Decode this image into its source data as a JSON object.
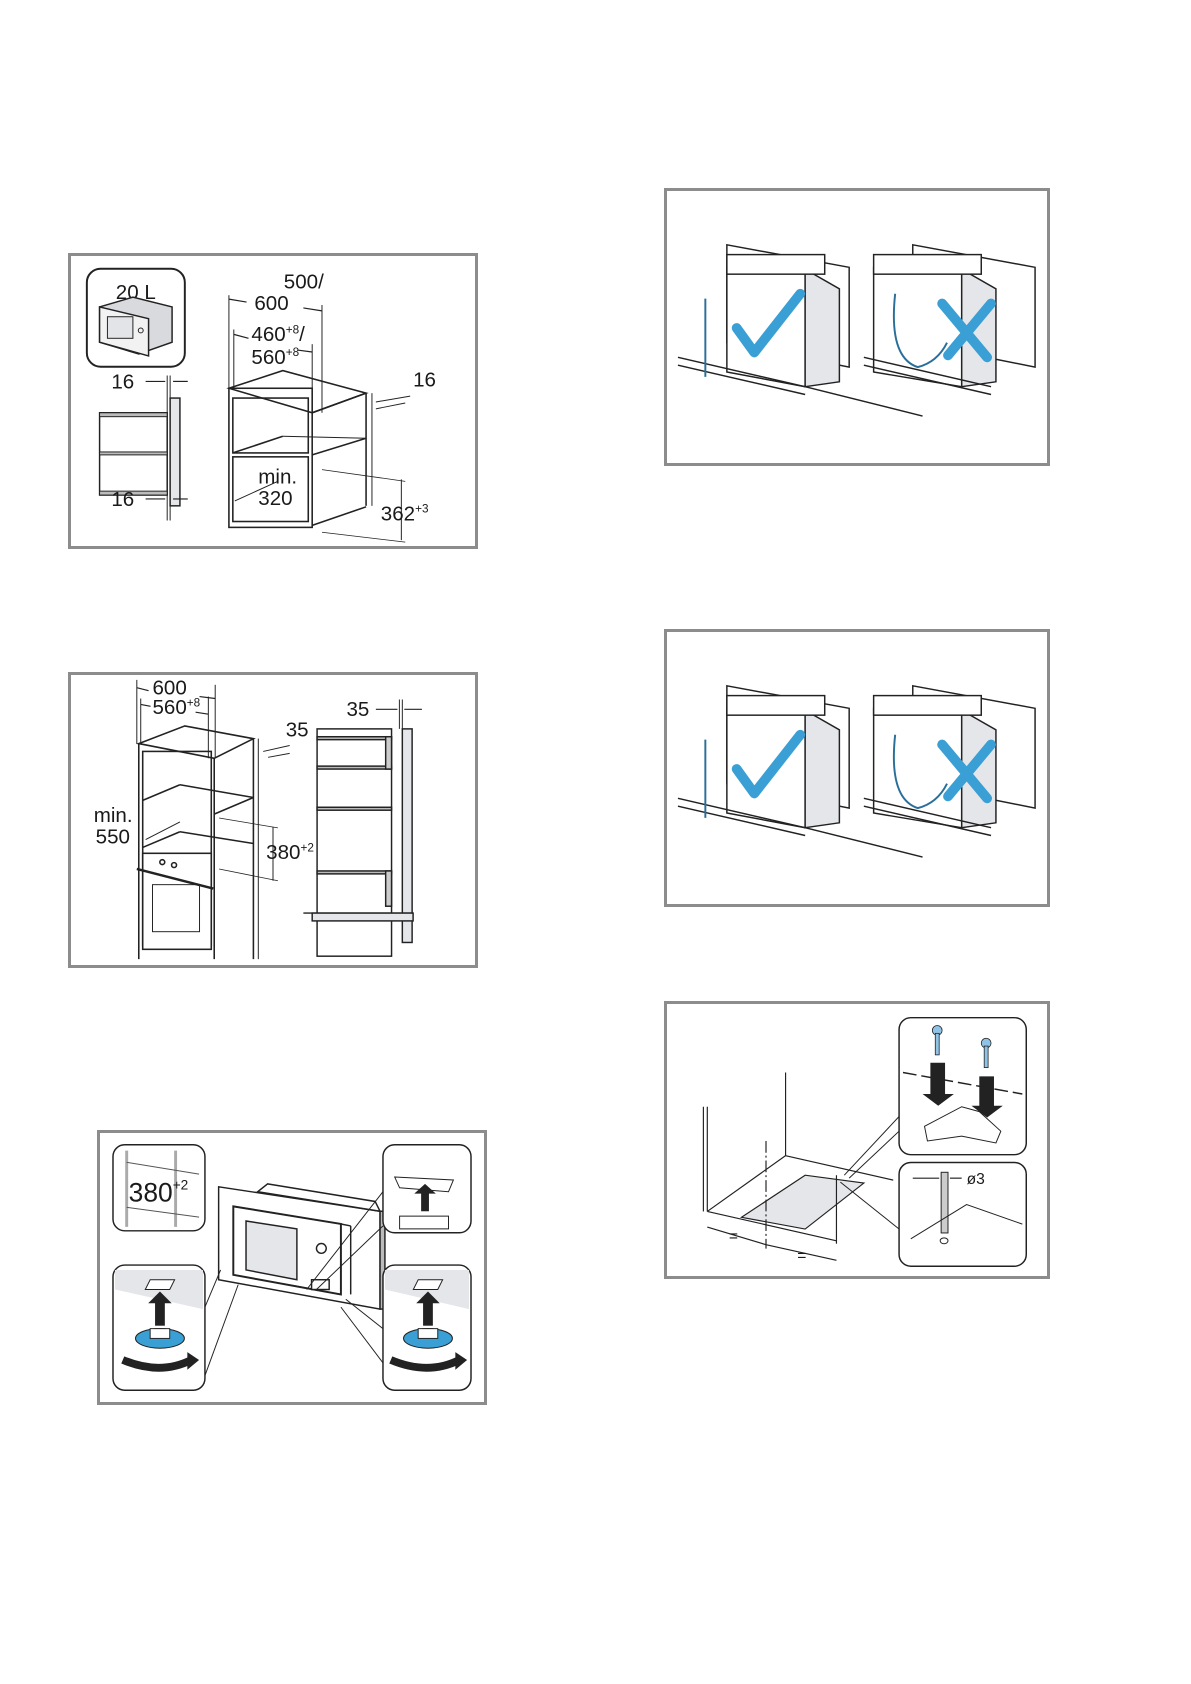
{
  "colors": {
    "accent": "#3a9fd4",
    "frame": "#8c8c8c",
    "panel": "#e4e6ea"
  },
  "figures": {
    "niche_20l": {
      "badge": "20 L",
      "side_gap_top": "16",
      "side_gap_bottom": "16",
      "width_outer_a": "500/",
      "width_outer_b": "600",
      "width_inner_a": "460",
      "width_inner_a_tol": "+8",
      "width_inner_a_sep": "/",
      "width_inner_b": "560",
      "width_inner_b_tol": "+8",
      "depth_gap": "16",
      "min_depth_a": "min.",
      "min_depth_b": "320",
      "height": "362",
      "height_tol": "+3"
    },
    "tall_cabinet": {
      "width_outer": "600",
      "width_inner": "560",
      "width_inner_tol": "+8",
      "depth_gap": "35",
      "side_gap": "35",
      "min_depth_a": "min.",
      "min_depth_b": "550",
      "height": "380",
      "height_tol": "+2"
    },
    "mounting": {
      "inset_height": "380",
      "inset_height_tol": "+2"
    },
    "cable_correct_1": {
      "ok_icon": "checkmark-icon",
      "bad_icon": "cross-icon"
    },
    "cable_correct_2": {
      "ok_icon": "checkmark-icon",
      "bad_icon": "cross-icon"
    },
    "drill": {
      "equal_left": "=",
      "equal_right": "=",
      "drill_diameter": "ø3"
    }
  }
}
